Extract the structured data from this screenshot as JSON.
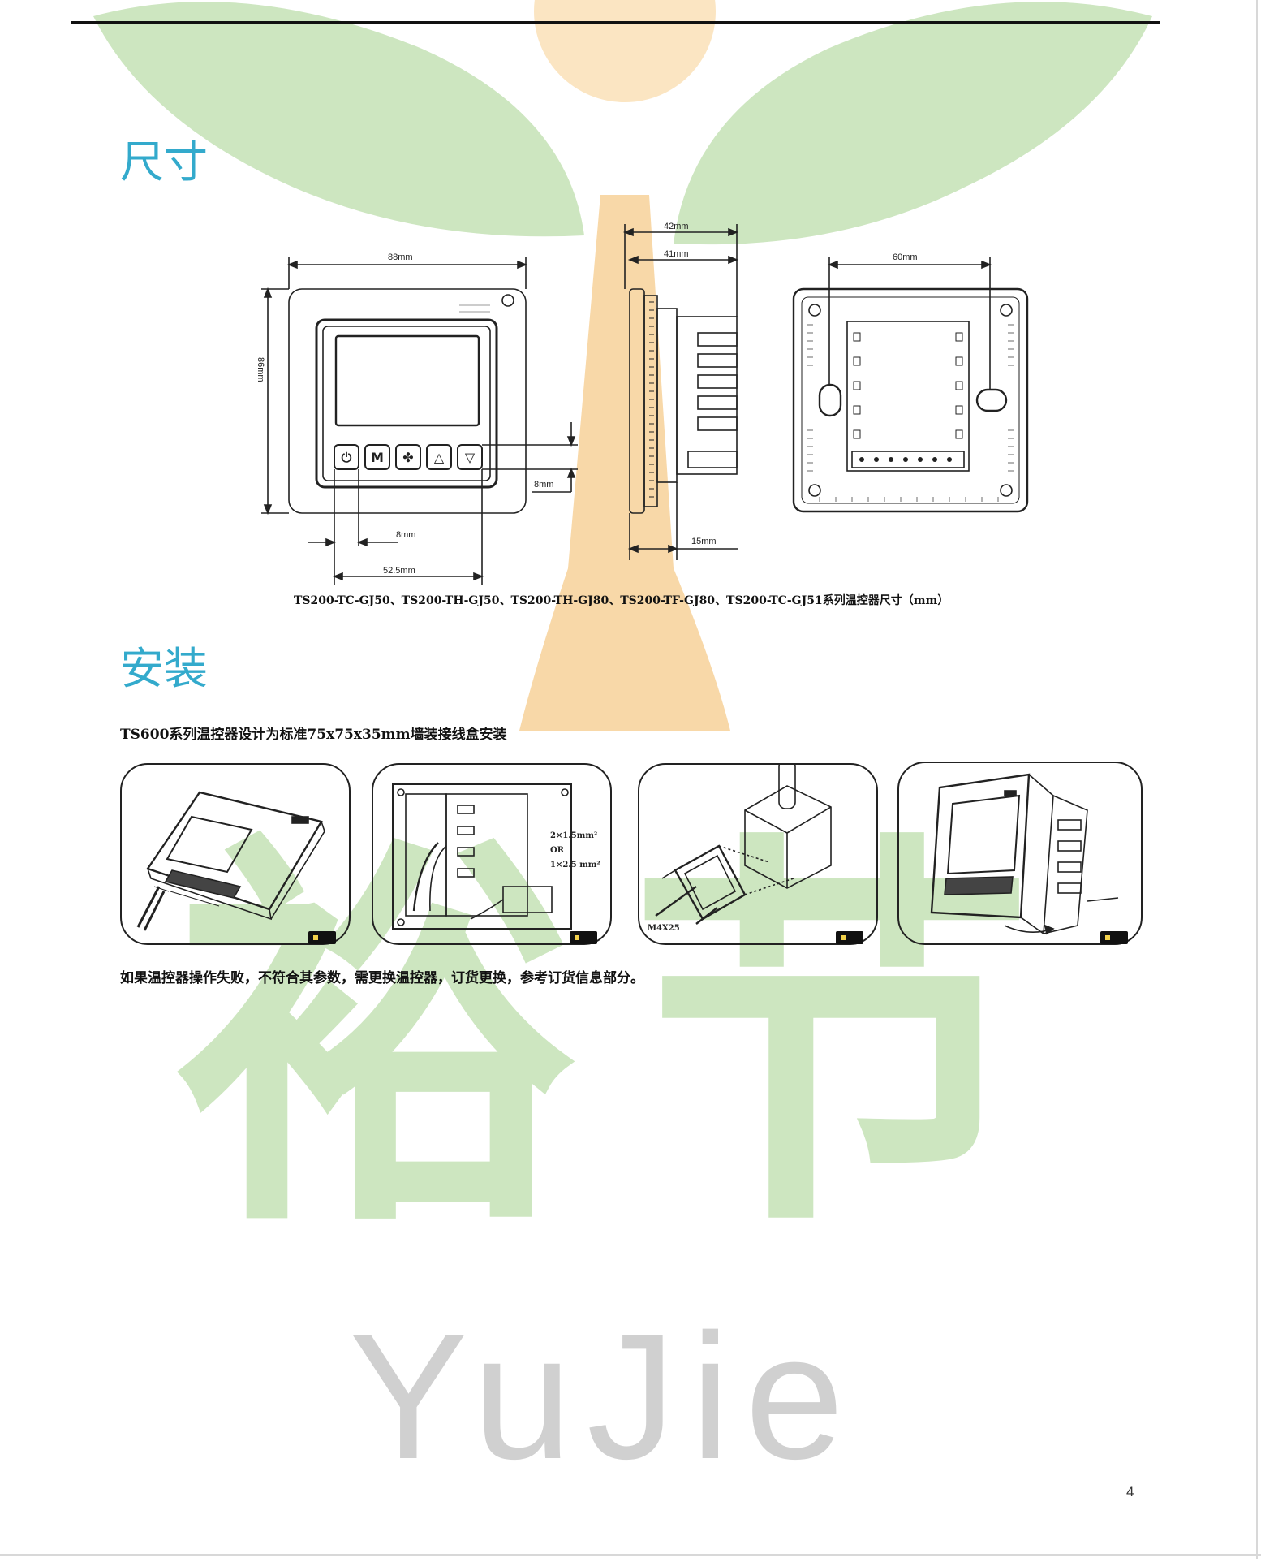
{
  "headings": {
    "dimensions": "尺寸",
    "installation": "安装"
  },
  "dimension_labels": {
    "front_width": "88mm",
    "front_height": "86mm",
    "button_pitch": "8mm",
    "button_height": "8mm",
    "button_span": "52.5mm",
    "side_depth_outer": "42mm",
    "side_depth_inner": "41mm",
    "side_base": "15mm",
    "back_hole_spacing": "60mm"
  },
  "button_icons": [
    "power-icon",
    "mode-icon",
    "fan-icon",
    "up-arrow-icon",
    "down-arrow-icon"
  ],
  "button_glyphs": [
    "⏻",
    "M",
    "✤",
    "△",
    "▽"
  ],
  "caption": "TS200-TC-GJ50、TS200-TH-GJ50、TS200-TH-GJ80、TS200-TF-GJ80、TS200-TC-GJ51系列温控器尺寸（mm）",
  "install_intro": "TS600系列温控器设计为标准75x75x35mm墙装接线盒安装",
  "install_figure_labels": {
    "wire_spec_1": "2×1.5mm²",
    "wire_spec_or": "OR",
    "wire_spec_2": "1×2.5 mm²",
    "screw_spec": "M4X25"
  },
  "install_note": "如果温控器操作失败，不符合其参数，需更换温控器，订货更换，参考订货信息部分。",
  "page_number": "4",
  "watermark": {
    "chinese": "裕节",
    "english": "YuJie",
    "leaf_color": "#cde6c0",
    "trunk_color": "#f8d8a8"
  },
  "colors": {
    "heading": "#33aacc"
  }
}
